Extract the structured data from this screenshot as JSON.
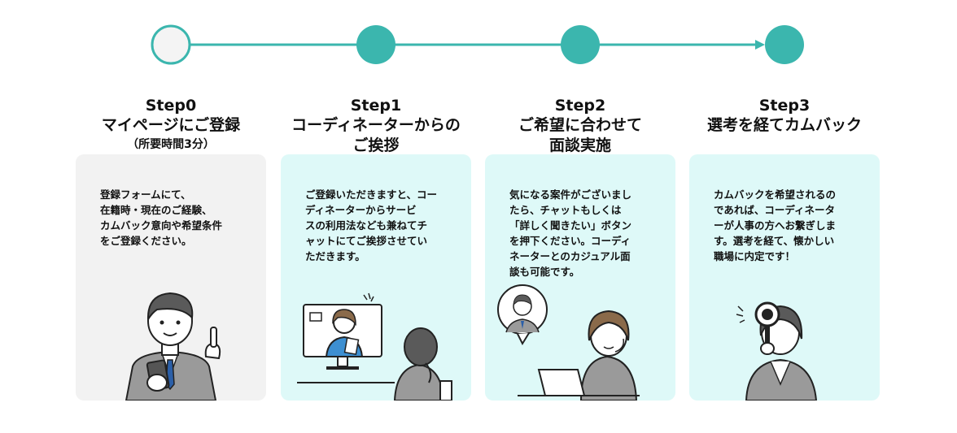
{
  "colors": {
    "teal": "#3bb6ae",
    "card_gray": "#f2f2f2",
    "card_mint": "#def9f8"
  },
  "steps": [
    {
      "label": "Step0",
      "title_lines": [
        "マイページにご登録"
      ],
      "sub": "（所要時間3分）",
      "node": "hollow",
      "card": "gray",
      "text": "登録フォームにて、\n在籍時・現在のご経験、\nカムバック意向や希望条件\nをご登録ください。"
    },
    {
      "label": "Step1",
      "title_lines": [
        "コーディネーターからの",
        "ご挨拶"
      ],
      "sub": "",
      "node": "filled",
      "card": "mint",
      "text": "ご登録いただきますと、コー\nディネーターからサービ\nスの利用法なども兼ねてチ\nャットにてご挨拶させてい\nただきます。"
    },
    {
      "label": "Step2",
      "title_lines": [
        "ご希望に合わせて",
        "面談実施"
      ],
      "sub": "",
      "node": "filled",
      "card": "mint",
      "text": "気になる案件がございまし\nたら、チャットもしくは\n「詳しく聞きたい」ボタン\nを押下ください。コーディ\nネーターとのカジュアル面\n談も可能です。"
    },
    {
      "label": "Step3",
      "title_lines": [
        "選考を経てカムバック"
      ],
      "sub": "",
      "node": "filled",
      "card": "mint",
      "text": "カムバックを希望されるの\nであれば、コーディネータ\nーが人事の方へお繋ぎしま\nす。選考を経て、懐かしい\n職場に内定です！"
    }
  ]
}
